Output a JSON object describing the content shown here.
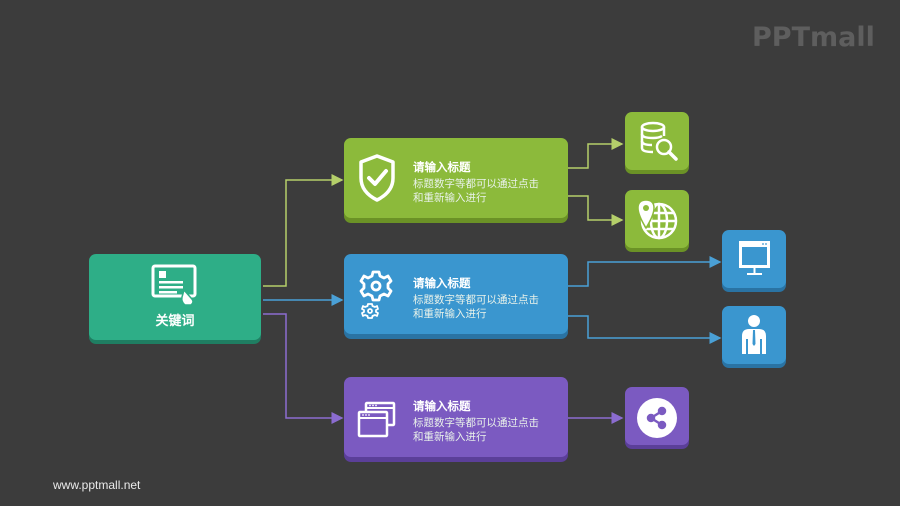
{
  "watermark": {
    "logo": "PPTmall",
    "url": "www.pptmall.net"
  },
  "root": {
    "label": "关键词",
    "icon": "touch-document-icon",
    "color": "#2eae87"
  },
  "branches": [
    {
      "id": "green",
      "color": "#8cba3b",
      "icon": "shield-check-icon",
      "title": "请输入标题",
      "desc_line1": "标题数字等都可以通过点击",
      "desc_line2": "和重新输入进行",
      "children": [
        {
          "icon": "database-search-icon"
        },
        {
          "icon": "globe-location-icon"
        }
      ]
    },
    {
      "id": "blue",
      "color": "#3a96cf",
      "icon": "gears-icon",
      "title": "请输入标题",
      "desc_line1": "标题数字等都可以通过点击",
      "desc_line2": "和重新输入进行",
      "children": [
        {
          "icon": "monitor-icon"
        },
        {
          "icon": "businessman-icon"
        }
      ]
    },
    {
      "id": "purple",
      "color": "#7b5ac1",
      "icon": "windows-icon",
      "title": "请输入标题",
      "desc_line1": "标题数字等都可以通过点击",
      "desc_line2": "和重新输入进行",
      "children": [
        {
          "icon": "share-icon"
        }
      ]
    }
  ],
  "connector_colors": {
    "green": "#b5cf6a",
    "blue": "#4aa0d6",
    "purple": "#8b6cd0"
  }
}
